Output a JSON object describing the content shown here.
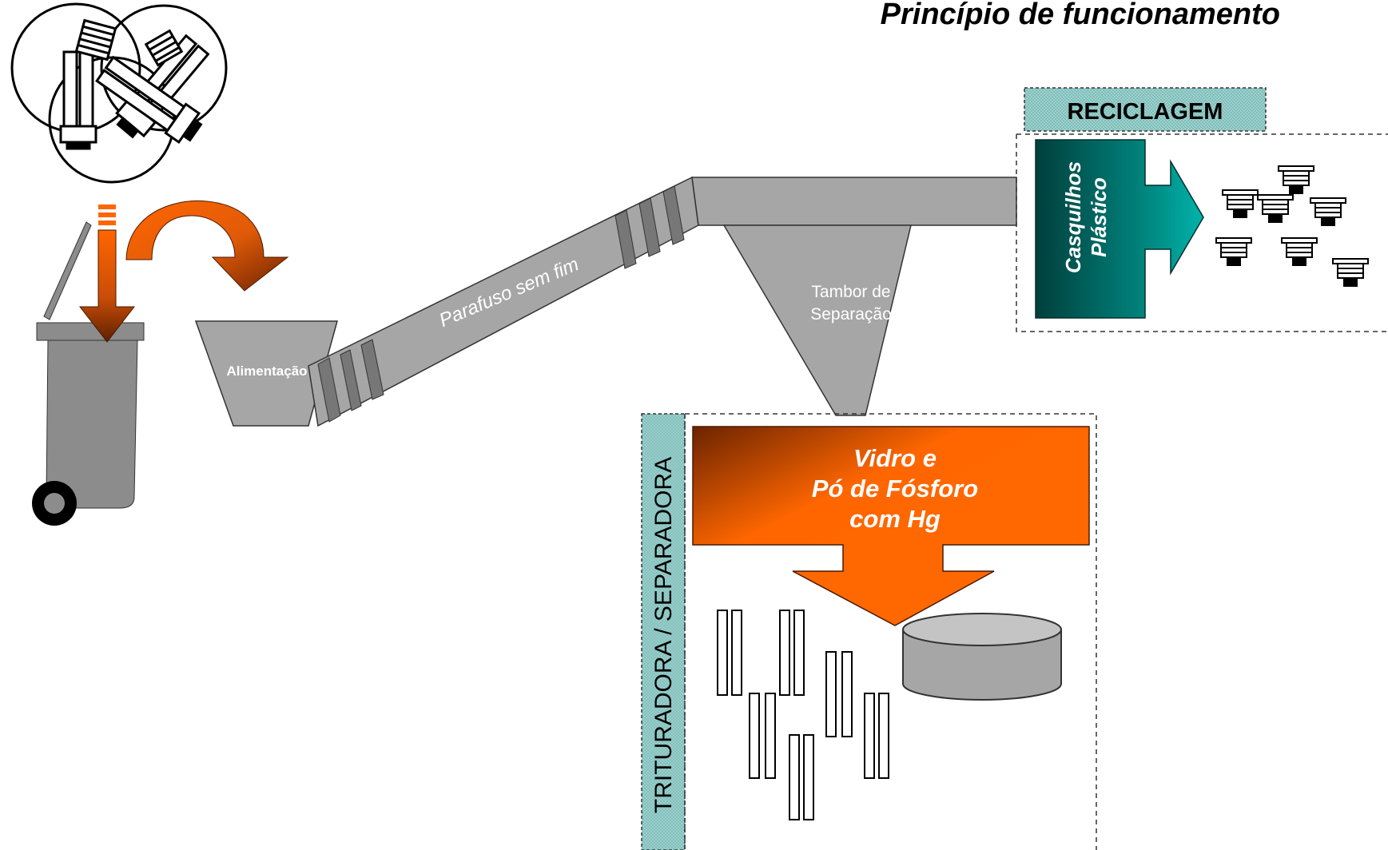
{
  "title": "Princípio de funcionamento",
  "labels": {
    "feeder": "Alimentação",
    "screw": "Parafuso sem fim",
    "drum_line1": "Tambor de",
    "drum_line2": "Separação",
    "recycling": "RECICLAGEM",
    "caps_line1": "Casquilhos",
    "caps_line2": "Plástico",
    "crusher": "TRITURADORA / SEPARADORA",
    "glass_line1": "Vidro e",
    "glass_line2": "Pó de Fósforo",
    "glass_line3": "com Hg"
  },
  "colors": {
    "orange": "#ff6600",
    "dark_brown": "#6b2300",
    "teal": "#009e96",
    "dark_teal": "#003f3c",
    "machine_gray": "#a6a6a6",
    "bin_gray": "#8c8c8c",
    "hatched_teal": "#9ecfcc"
  }
}
